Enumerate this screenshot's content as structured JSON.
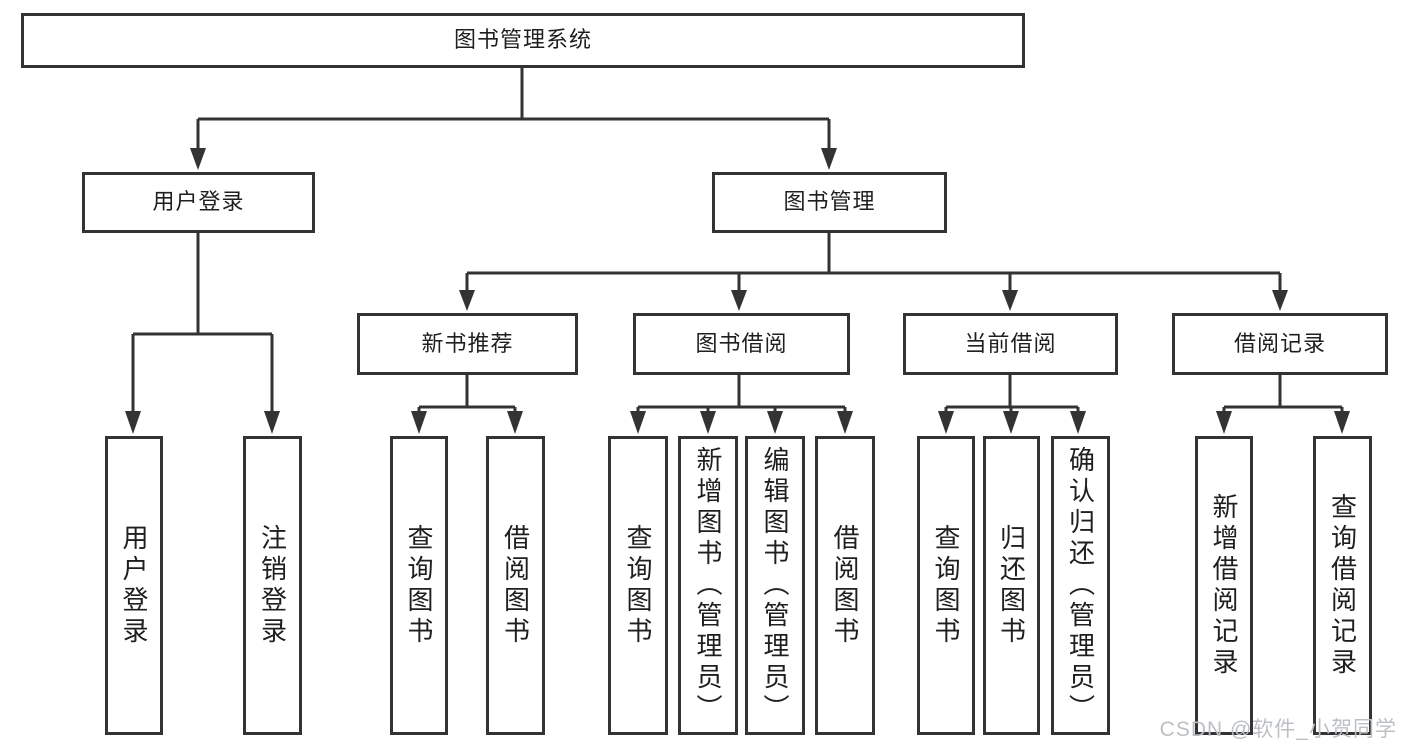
{
  "tree": {
    "label": "图书管理系统",
    "children": [
      {
        "label": "用户登录",
        "children": [
          {
            "label": "用户登录"
          },
          {
            "label": "注销登录"
          }
        ]
      },
      {
        "label": "图书管理",
        "children": [
          {
            "label": "新书推荐",
            "children": [
              {
                "label": "查询图书"
              },
              {
                "label": "借阅图书"
              }
            ]
          },
          {
            "label": "图书借阅",
            "children": [
              {
                "label": "查询图书"
              },
              {
                "label": "新增图书（管理员）"
              },
              {
                "label": "编辑图书（管理员）"
              },
              {
                "label": "借阅图书"
              }
            ]
          },
          {
            "label": "当前借阅",
            "children": [
              {
                "label": "查询图书"
              },
              {
                "label": "归还图书"
              },
              {
                "label": "确认归还（管理员）"
              }
            ]
          },
          {
            "label": "借阅记录",
            "children": [
              {
                "label": "新增借阅记录"
              },
              {
                "label": "查询借阅记录"
              }
            ]
          }
        ]
      }
    ]
  },
  "watermark": "CSDN @软件_小贺同学",
  "colors": {
    "line": "#333333",
    "text": "#1f1f1f",
    "background": "#ffffff",
    "watermark": "#bcc0c4"
  }
}
